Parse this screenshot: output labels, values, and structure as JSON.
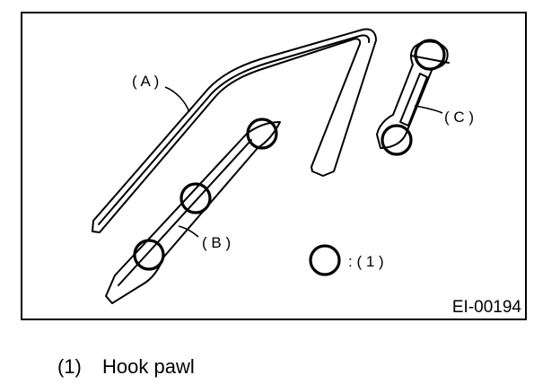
{
  "diagram": {
    "part_labels": {
      "a": "( A )",
      "b": "( B )",
      "c": "( C )"
    },
    "legend_symbol_text": ": ( 1 )",
    "figure_code": "EI-00194"
  },
  "caption": {
    "number": "(1)",
    "text": "Hook pawl"
  }
}
